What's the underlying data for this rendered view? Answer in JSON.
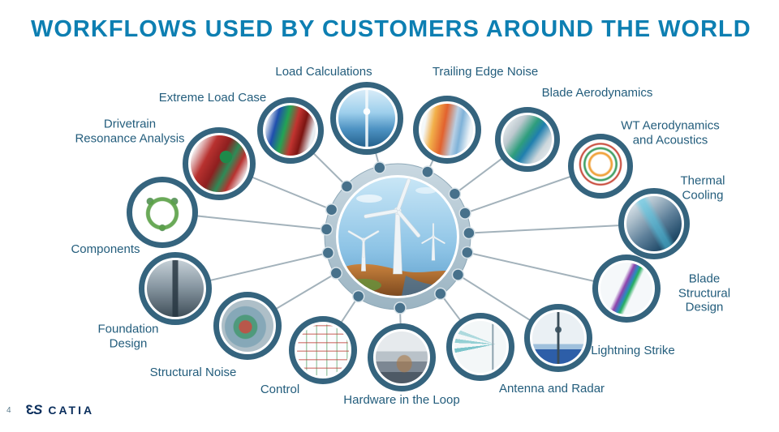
{
  "slide": {
    "title": "WORKFLOWS USED BY CUSTOMERS AROUND THE WORLD",
    "footer": {
      "page_number": "4",
      "logo_prefix": "3",
      "logo_suffix": "S",
      "brand": "CATIA"
    }
  },
  "colors": {
    "title": "#0d7fb2",
    "label": "#235d7c",
    "node_ring": "#35647e",
    "spoke_line": "#a3b2bb",
    "hub_ring": "#b3c8d4"
  },
  "diagram": {
    "center_image": "wind-turbines-landscape-photo",
    "nodes": [
      {
        "id": "drivetrain-resonance-analysis",
        "label": "Drivetrain\nResonance Analysis",
        "thumbnail": "drivetrain-gears-simulation"
      },
      {
        "id": "extreme-load-case",
        "label": "Extreme Load Case",
        "thumbnail": "blade-extreme-load-simulation"
      },
      {
        "id": "load-calculations",
        "label": "Load Calculations",
        "thumbnail": "wind-turbine-offshore-photo"
      },
      {
        "id": "trailing-edge-noise",
        "label": "Trailing Edge Noise",
        "thumbnail": "airfoil-noise-simulation"
      },
      {
        "id": "blade-aerodynamics",
        "label": "Blade Aerodynamics",
        "thumbnail": "blade-cfd-contour"
      },
      {
        "id": "wt-aerodynamics-and-acoustics",
        "label": "WT Aerodynamics\nand Acoustics",
        "thumbnail": "turbine-streamlines-simulation"
      },
      {
        "id": "thermal-cooling",
        "label": "Thermal\nCooling",
        "thumbnail": "nacelle-thermal-simulation"
      },
      {
        "id": "blade-structural-design",
        "label": "Blade\nStructural\nDesign",
        "thumbnail": "blade-structure-model"
      },
      {
        "id": "lightning-strike",
        "label": "Lightning Strike",
        "thumbnail": "turbine-lightning-simulation"
      },
      {
        "id": "antenna-and-radar",
        "label": "Antenna and Radar",
        "thumbnail": "radar-beam-simulation"
      },
      {
        "id": "hardware-in-the-loop",
        "label": "Hardware in the Loop",
        "thumbnail": "hil-workstation-photo"
      },
      {
        "id": "control",
        "label": "Control",
        "thumbnail": "control-schematic-diagram"
      },
      {
        "id": "structural-noise",
        "label": "Structural Noise",
        "thumbnail": "structural-noise-contour"
      },
      {
        "id": "foundation-design",
        "label": "Foundation\nDesign",
        "thumbnail": "lattice-tower-model"
      },
      {
        "id": "components",
        "label": "Components",
        "thumbnail": "planetary-gear-components"
      }
    ]
  }
}
